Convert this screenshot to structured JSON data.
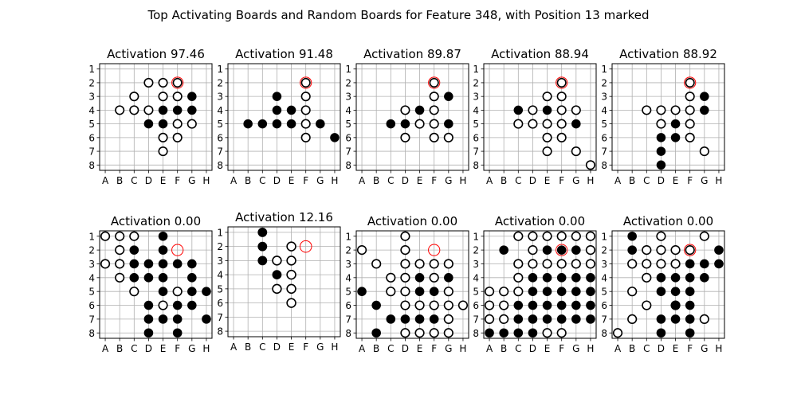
{
  "figure": {
    "title": "Top Activating Boards and Random Boards for Feature 348, with Position 13 marked"
  },
  "colors": {
    "grid": "#b0b0b0",
    "black_stone": "#000000",
    "white_stone_fill": "#ffffff",
    "white_stone_edge": "#000000",
    "marker": "#ff0000"
  },
  "chart_data": [
    {
      "type": "scatter",
      "title": "Activation 97.46",
      "x_ticks": [
        "A",
        "B",
        "C",
        "D",
        "E",
        "F",
        "G",
        "H"
      ],
      "y_ticks": [
        "1",
        "2",
        "3",
        "4",
        "5",
        "6",
        "7",
        "8"
      ],
      "grid": true,
      "marked": "F2",
      "black": [
        "F4",
        "E4",
        "G3",
        "G4",
        "D5",
        "E5"
      ],
      "white": [
        "D2",
        "E2",
        "F2",
        "C3",
        "E3",
        "F3",
        "B4",
        "C4",
        "D4",
        "G5",
        "F5",
        "E6",
        "F6",
        "E7"
      ]
    },
    {
      "type": "scatter",
      "title": "Activation 91.48",
      "x_ticks": [
        "A",
        "B",
        "C",
        "D",
        "E",
        "F",
        "G",
        "H"
      ],
      "y_ticks": [
        "1",
        "2",
        "3",
        "4",
        "5",
        "6",
        "7",
        "8"
      ],
      "grid": true,
      "marked": "F2",
      "black": [
        "D3",
        "D4",
        "E4",
        "B5",
        "C5",
        "D5",
        "E5",
        "G5",
        "H6"
      ],
      "white": [
        "F2",
        "F3",
        "F4",
        "F5",
        "F6"
      ]
    },
    {
      "type": "scatter",
      "title": "Activation 89.87",
      "x_ticks": [
        "A",
        "B",
        "C",
        "D",
        "E",
        "F",
        "G",
        "H"
      ],
      "y_ticks": [
        "1",
        "2",
        "3",
        "4",
        "5",
        "6",
        "7",
        "8"
      ],
      "grid": true,
      "marked": "F2",
      "black": [
        "G3",
        "E4",
        "C5",
        "D5",
        "G5"
      ],
      "white": [
        "F2",
        "F3",
        "D4",
        "F4",
        "E5",
        "F5",
        "D6",
        "F6",
        "G6"
      ]
    },
    {
      "type": "scatter",
      "title": "Activation 88.94",
      "x_ticks": [
        "A",
        "B",
        "C",
        "D",
        "E",
        "F",
        "G",
        "H"
      ],
      "y_ticks": [
        "1",
        "2",
        "3",
        "4",
        "5",
        "6",
        "7",
        "8"
      ],
      "grid": true,
      "marked": "F2",
      "black": [
        "C4",
        "E4",
        "G5"
      ],
      "white": [
        "F2",
        "E3",
        "F3",
        "D4",
        "F4",
        "G4",
        "C5",
        "D5",
        "E5",
        "F5",
        "E6",
        "F6",
        "E7",
        "G7",
        "H8"
      ]
    },
    {
      "type": "scatter",
      "title": "Activation 88.92",
      "x_ticks": [
        "A",
        "B",
        "C",
        "D",
        "E",
        "F",
        "G",
        "H"
      ],
      "y_ticks": [
        "1",
        "2",
        "3",
        "4",
        "5",
        "6",
        "7",
        "8"
      ],
      "grid": true,
      "marked": "F2",
      "black": [
        "G3",
        "G4",
        "E5",
        "D6",
        "E6",
        "D7",
        "D8"
      ],
      "white": [
        "F2",
        "F3",
        "C4",
        "D4",
        "E4",
        "F4",
        "D5",
        "F5",
        "F6",
        "G7"
      ]
    },
    {
      "type": "scatter",
      "title": "Activation 0.00",
      "x_ticks": [
        "A",
        "B",
        "C",
        "D",
        "E",
        "F",
        "G",
        "H"
      ],
      "y_ticks": [
        "1",
        "2",
        "3",
        "4",
        "5",
        "6",
        "7",
        "8"
      ],
      "grid": true,
      "marked": "F2",
      "black": [
        "E1",
        "C2",
        "E2",
        "C3",
        "D3",
        "E3",
        "F3",
        "G3",
        "C4",
        "D4",
        "E4",
        "G4",
        "E5",
        "G5",
        "H5",
        "D6",
        "F6",
        "G6",
        "D7",
        "E7",
        "F7",
        "H7",
        "D8",
        "F8"
      ],
      "white": [
        "A1",
        "B1",
        "C1",
        "B2",
        "A3",
        "B3",
        "B4",
        "C5",
        "F5",
        "E6"
      ]
    },
    {
      "type": "scatter",
      "title": "Activation 12.16",
      "x_ticks": [
        "A",
        "B",
        "C",
        "D",
        "E",
        "F",
        "G",
        "H"
      ],
      "y_ticks": [
        "1",
        "2",
        "3",
        "4",
        "5",
        "6",
        "7",
        "8"
      ],
      "grid": true,
      "marked": "F2",
      "black": [
        "C1",
        "C2",
        "C3",
        "D4"
      ],
      "white": [
        "E2",
        "D3",
        "E3",
        "E4",
        "D5",
        "E5",
        "E6"
      ]
    },
    {
      "type": "scatter",
      "title": "Activation 0.00",
      "x_ticks": [
        "A",
        "B",
        "C",
        "D",
        "E",
        "F",
        "G",
        "H"
      ],
      "y_ticks": [
        "1",
        "2",
        "3",
        "4",
        "5",
        "6",
        "7",
        "8"
      ],
      "grid": true,
      "marked": "F2",
      "black": [
        "E4",
        "G4",
        "A5",
        "E5",
        "F5",
        "B6",
        "C7",
        "D7",
        "E7",
        "F7",
        "B8"
      ],
      "white": [
        "D1",
        "A2",
        "D2",
        "B3",
        "D3",
        "E3",
        "F3",
        "G3",
        "C4",
        "D4",
        "F4",
        "C5",
        "D5",
        "G5",
        "D6",
        "E6",
        "F6",
        "G6",
        "H6",
        "G7",
        "D8",
        "E8",
        "F8",
        "G8"
      ]
    },
    {
      "type": "scatter",
      "title": "Activation 0.00",
      "x_ticks": [
        "A",
        "B",
        "C",
        "D",
        "E",
        "F",
        "G",
        "H"
      ],
      "y_ticks": [
        "1",
        "2",
        "3",
        "4",
        "5",
        "6",
        "7",
        "8"
      ],
      "grid": true,
      "marked": "F2",
      "black": [
        "B2",
        "E2",
        "F2",
        "G2",
        "D4",
        "E4",
        "F4",
        "G4",
        "H4",
        "D5",
        "E5",
        "F5",
        "G5",
        "H5",
        "C6",
        "D6",
        "E6",
        "F6",
        "G6",
        "H6",
        "C7",
        "D7",
        "E7",
        "F7",
        "G7",
        "H7",
        "A8",
        "B8",
        "C8",
        "D8"
      ],
      "white": [
        "C1",
        "D1",
        "E1",
        "F1",
        "G1",
        "H1",
        "D2",
        "H2",
        "C3",
        "D3",
        "E3",
        "F3",
        "G3",
        "H3",
        "C4",
        "A5",
        "B5",
        "C5",
        "A6",
        "B6",
        "A7",
        "B7",
        "E8",
        "F8"
      ]
    },
    {
      "type": "scatter",
      "title": "Activation 0.00",
      "x_ticks": [
        "A",
        "B",
        "C",
        "D",
        "E",
        "F",
        "G",
        "H"
      ],
      "y_ticks": [
        "1",
        "2",
        "3",
        "4",
        "5",
        "6",
        "7",
        "8"
      ],
      "grid": true,
      "marked": "F2",
      "black": [
        "B1",
        "B2",
        "H2",
        "F3",
        "G3",
        "H3",
        "D4",
        "E4",
        "F4",
        "G4",
        "D5",
        "E5",
        "F5",
        "E6",
        "F6",
        "D7",
        "E7",
        "F7",
        "D8",
        "F8"
      ],
      "white": [
        "D1",
        "G1",
        "C2",
        "D2",
        "E2",
        "F2",
        "B3",
        "C3",
        "D3",
        "E3",
        "C4",
        "B5",
        "C6",
        "E6",
        "B7",
        "G7",
        "A8"
      ]
    }
  ]
}
